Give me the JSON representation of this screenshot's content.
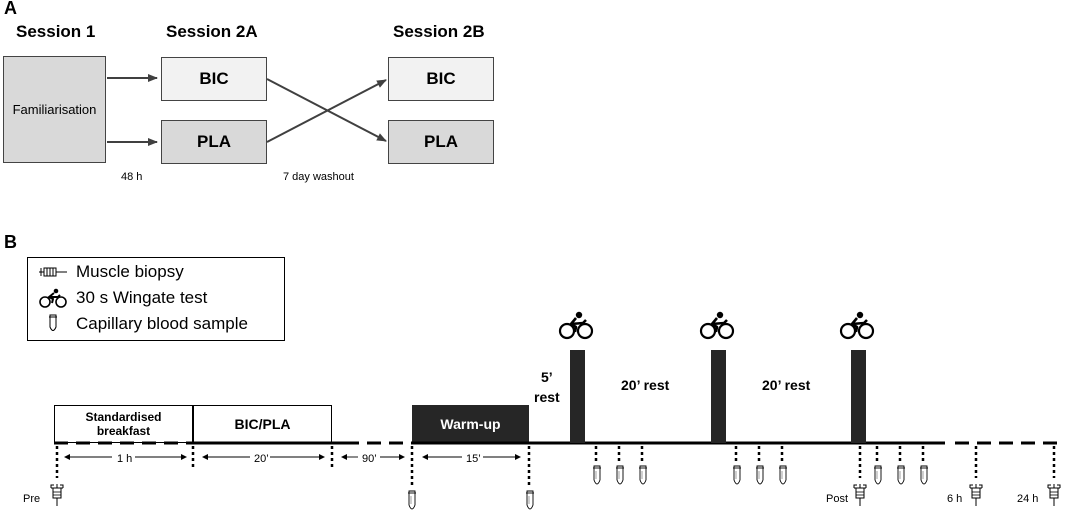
{
  "panelA": {
    "letter": "A",
    "session1_title": "Session 1",
    "session2a_title": "Session 2A",
    "session2b_title": "Session 2B",
    "familiarisation": "Familiarisation",
    "bic": "BIC",
    "pla": "PLA",
    "interval_48h": "48 h",
    "washout": "7 day washout"
  },
  "panelB": {
    "letter": "B",
    "legend": {
      "biopsy": "Muscle biopsy",
      "wingate": "30 s Wingate test",
      "blood": "Capillary blood sample"
    },
    "breakfast_line1": "Standardised",
    "breakfast_line2": "breakfast",
    "bicpla": "BIC/PLA",
    "warmup": "Warm-up",
    "rest5_line1": "5’",
    "rest5_line2": "rest",
    "rest20a": "20’ rest",
    "rest20b": "20’ rest",
    "dur_1h": "1 h",
    "dur_20": "20’",
    "dur_90": "90’",
    "dur_15": "15’",
    "pre": "Pre",
    "post": "Post",
    "t6h": "6 h",
    "t24h": "24 h"
  },
  "colors": {
    "box_fill": "#d9d9d9",
    "box_fill_light": "#f2f2f2",
    "dark": "#262626",
    "arrow": "#404040"
  },
  "icons": [
    "biopsy-needle-icon",
    "cyclist-icon",
    "blood-tube-icon"
  ]
}
